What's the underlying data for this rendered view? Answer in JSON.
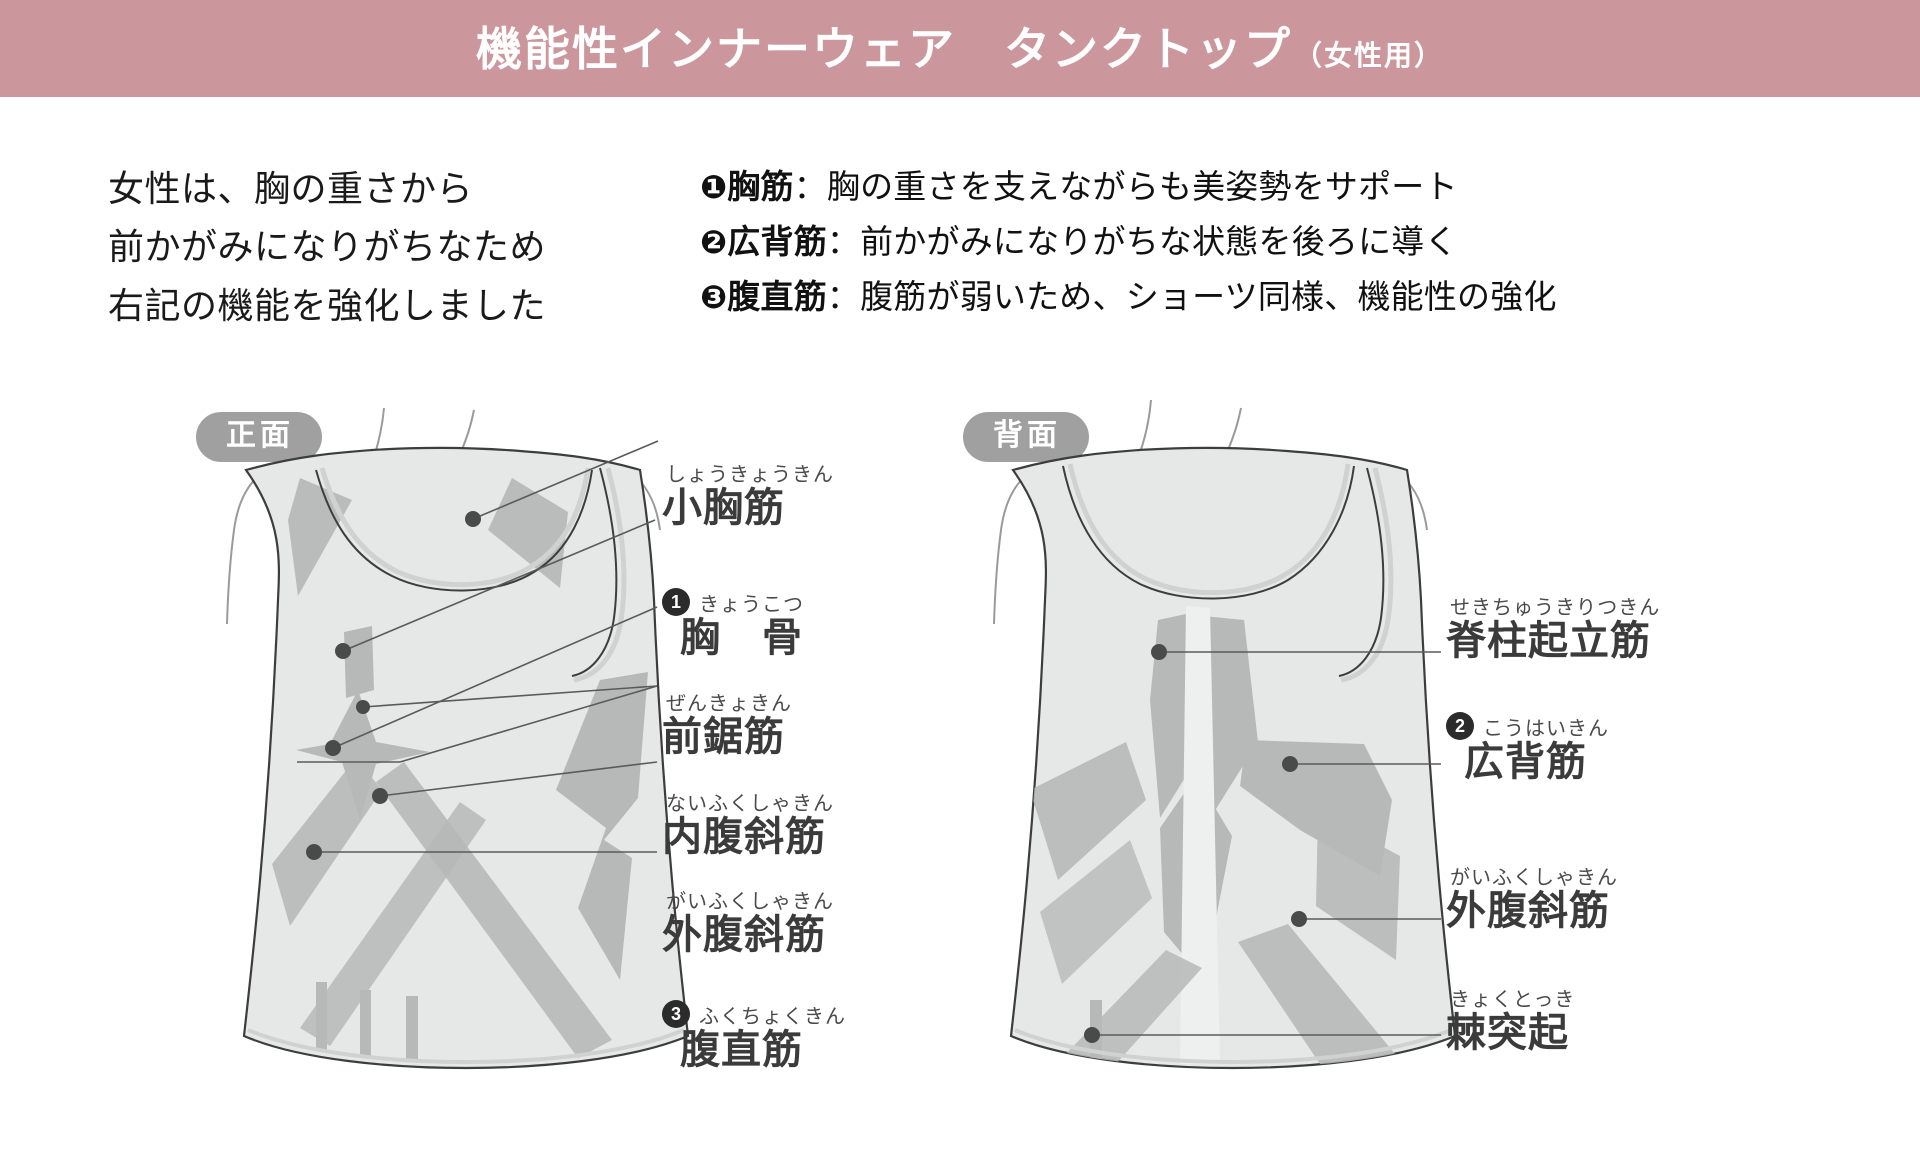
{
  "header": {
    "title": "機能性インナーウェア　タンクトップ",
    "subtitle": "（女性用）",
    "bg_color": "#cc979c"
  },
  "intro": {
    "lines": [
      "女性は、胸の重さから",
      "前かがみになりがちなため",
      "右記の機能を強化しました"
    ]
  },
  "points": [
    {
      "num": "❶",
      "name": "胸筋",
      "sep": "：",
      "desc": "胸の重さを支えながらも美姿勢をサポート"
    },
    {
      "num": "❷",
      "name": "広背筋",
      "sep": "：",
      "desc": "前かがみになりがちな状態を後ろに導く"
    },
    {
      "num": "❸",
      "name": "腹直筋",
      "sep": "：",
      "desc": "腹筋が弱いため、ショーツ同様、機能性の強化"
    }
  ],
  "views": [
    {
      "id": "front",
      "badge": "正面"
    },
    {
      "id": "back",
      "badge": "背面"
    }
  ],
  "front_labels": [
    {
      "num": "",
      "furigana": "しょうきょうきん",
      "name": "小胸筋"
    },
    {
      "num": "1",
      "furigana": "きょうこつ",
      "name": "胸　骨"
    },
    {
      "num": "",
      "furigana": "ぜんきょきん",
      "name": "前鋸筋"
    },
    {
      "num": "",
      "furigana": "ないふくしゃきん",
      "name": "内腹斜筋"
    },
    {
      "num": "",
      "furigana": "がいふくしゃきん",
      "name": "外腹斜筋"
    },
    {
      "num": "3",
      "furigana": "ふくちょくきん",
      "name": "腹直筋"
    }
  ],
  "back_labels": [
    {
      "num": "",
      "furigana": "せきちゅうきりつきん",
      "name": "脊柱起立筋"
    },
    {
      "num": "2",
      "furigana": "こうはいきん",
      "name": "広背筋"
    },
    {
      "num": "",
      "furigana": "がいふくしゃきん",
      "name": "外腹斜筋"
    },
    {
      "num": "",
      "furigana": "きょくとっき",
      "name": "棘突起"
    }
  ],
  "colors": {
    "garment_light": "#e6e8e7",
    "garment_panel": "#b6b9b8",
    "outline": "#3d3d3d",
    "skin_outline": "#8d8d8d",
    "badge_bg": "#a0a0a0",
    "dot": "#4a4a4a"
  }
}
